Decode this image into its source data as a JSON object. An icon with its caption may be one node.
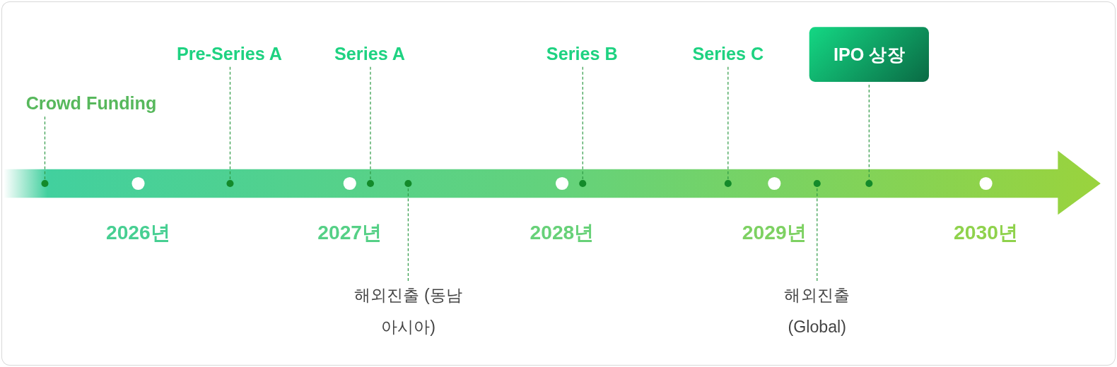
{
  "diagram": {
    "nodes": [
      {
        "text": [
          "Crowd Funding"
        ]
      },
      {
        "text": [
          "Pre-Series A"
        ]
      },
      {
        "text": [
          "Series A"
        ]
      },
      {
        "text": [
          "Series B"
        ]
      },
      {
        "text": [
          "Series C"
        ]
      },
      {
        "text": [
          "IPO 상장"
        ]
      },
      {
        "text": [
          "해외진출 (동남아시아)"
        ]
      },
      {
        "text": [
          "해외진출 (Global)"
        ]
      },
      {
        "text": [],
        "shape": "circle"
      },
      {
        "text": [],
        "shape": "circle"
      },
      {
        "text": [],
        "shape": "circle"
      },
      {
        "text": [],
        "shape": "circle"
      },
      {
        "text": [],
        "shape": "circle"
      },
      {
        "text": [],
        "shape": "circle"
      },
      {
        "text": [],
        "shape": "circle"
      },
      {
        "text": [],
        "shape": "circle"
      }
    ],
    "edges": [
      {
        "from": 0,
        "to": 8,
        "arrow": "none",
        "style": "dashed"
      },
      {
        "from": 1,
        "to": 9,
        "arrow": "none",
        "style": "dashed"
      },
      {
        "from": 2,
        "to": 10,
        "arrow": "none",
        "style": "dashed"
      },
      {
        "from": 6,
        "to": 11,
        "arrow": "none",
        "style": "dashed"
      },
      {
        "from": 3,
        "to": 12,
        "arrow": "none",
        "style": "dashed"
      },
      {
        "from": 4,
        "to": 13,
        "arrow": "none",
        "style": "dashed"
      },
      {
        "from": 7,
        "to": 14,
        "arrow": "none",
        "style": "dashed"
      },
      {
        "from": 5,
        "to": 15,
        "arrow": "none",
        "style": "dashed"
      }
    ],
    "labels": [
      "2026년",
      "2027년",
      "2028년",
      "2029년",
      "2030년"
    ]
  }
}
